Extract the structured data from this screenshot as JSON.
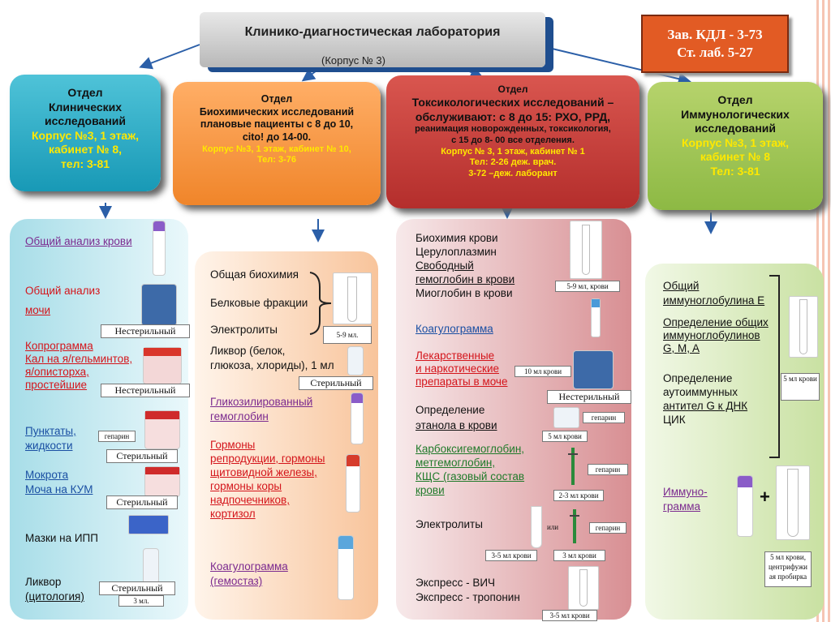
{
  "header": {
    "title": "Клинико-диагностическая  лаборатория",
    "subtitle": "(Корпус № 3)"
  },
  "contact": {
    "line1": "Зав. КДЛ - 3-73",
    "line2": "Ст. лаб. 5-27"
  },
  "departments": [
    {
      "l1": "Отдел",
      "l2": "Клинических",
      "l3": "исследований",
      "y1": "Корпус №3, 1 этаж,",
      "y2": "кабинет № 8,",
      "y3": "тел: 3-81"
    },
    {
      "l1": "Отдел",
      "l2": "Биохимических исследований",
      "l3": "плановые пациенты с 8 до 10,",
      "l4": "cito! до 14-00.",
      "y1": "Корпус №3, 1 этаж, кабинет № 10,",
      "y2": "Тел: 3-76"
    },
    {
      "l1": "Отдел",
      "l2": "Токсикологических  исследований –",
      "l3": "обслуживают: с 8 до 15: РХО, РРД,",
      "l4": "реанимация новорожденных, токсикология,",
      "l5": "с 15 до 8- 00  все отделения.",
      "y1": "Корпус № 3, 1 этаж, кабинет № 1",
      "y2": "Тел: 2-26 деж. врач.",
      "y3": "3-72 –деж. лаборант"
    },
    {
      "l1": "Отдел",
      "l2": "Иммунологических",
      "l3": "исследований",
      "y1": "Корпус №3, 1 этаж,",
      "y2": "кабинет № 8",
      "y3": "Тел: 3-81"
    }
  ],
  "col1": {
    "a": "Общий анализ крови",
    "b1": "Общий анализ",
    "b2": "мочи",
    "lab_b": "Нестерильный",
    "c1": "Копрограмма",
    "c2": "Кал на я/гельминтов,",
    "c3": " я/описторха,",
    "c4": "простейшие",
    "lab_c": "Нестерильный",
    "d1": "Пунктаты,",
    "d2": "жидкости",
    "hep": "гепарин",
    "lab_d": "Стерильный",
    "e1": "Мокрота",
    "e2": "Моча на КУМ",
    "lab_e": "Стерильный",
    "f": "Мазки на ИПП",
    "g1": "Ликвор",
    "g2": " (цитология)",
    "lab_g": "Стерильный",
    "vol_g": "3  мл."
  },
  "col2": {
    "a1": "Общая биохимия",
    "a2": "Белковые фракции",
    "a3": "Электролиты",
    "vol_a": "5-9  мл.",
    "b1": "Ликвор (белок,",
    "b2": "глюкоза, хлориды),",
    "b3": " 1 мл",
    "lab_b": "Стерильный",
    "c1": "Гликозилированный",
    "c2": "гемоглобин",
    "d1": "Гормоны",
    "d2": "репродукции, гормоны",
    "d3": "щитовидной железы,",
    "d4": "гормоны коры",
    "d5": " надпочечников,",
    "d6": "кортизол",
    "e1": "Коагулограмма",
    "e2": " (гемостаз)"
  },
  "col3": {
    "a1": "Биохимия крови",
    "a2": "Церулоплазмин",
    "a3": " Свободный",
    "a4": " гемоглобин  в крови",
    "a5": "Миоглобин в крови",
    "vol_a": "5-9  мл,  крови",
    "b": "Коагулограмма",
    "c1": "Лекарственные",
    "c2": " и наркотические",
    "c3": "препараты  в  моче",
    "vol_c": "10 мл крови",
    "lab_c": "Нестерильный",
    "d1": "Определение",
    "d2": " этанола в крови",
    "hep_d": "гепарин",
    "vol_d": "5 мл крови",
    "e1": "Карбоксигемоглобин,",
    "e2": "метгемоглобин,",
    "e3": "КЩС (газовый состав",
    "e4": " крови",
    "hep_e": "гепарин",
    "vol_e": "2-3 мл крови",
    "f": "Электролиты",
    "or": "или",
    "hep_f": "гепарин",
    "vol_f1": "3-5 мл крови",
    "vol_f2": "3 мл крови",
    "g1": "Экспресс - ВИЧ",
    "g2": "Экспресс - тропонин",
    "vol_g": "3-5 мл крови"
  },
  "col4": {
    "a1": "Общий",
    "a2": " иммуноглобулина Е",
    "b1": "Определение общих",
    "b2": "иммуноглобулинов",
    "b3": " G, M, A",
    "c1": "Определение",
    "c2": "аутоиммунных",
    "c3": "антител  G к ДНК",
    "c4": "ЦИК",
    "vol": "5 мл крови",
    "d1": "Иммуно-",
    "d2": "грамма",
    "plus": "+",
    "vol_d1": "5   мл крови,",
    "vol_d2": "центрифужи",
    "vol_d3": "ая пробирка"
  }
}
